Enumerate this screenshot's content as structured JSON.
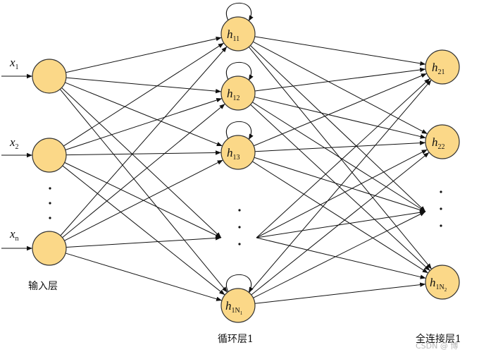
{
  "input_layer": {
    "caption": "输入层",
    "nodes": [
      {
        "var": "x",
        "sub": "1"
      },
      {
        "var": "x",
        "sub": "2"
      },
      {
        "var": "x",
        "sub": "n"
      }
    ]
  },
  "recurrent_layer": {
    "caption": "循环层1",
    "nodes": [
      {
        "var": "h",
        "sub": "11",
        "subsub": ""
      },
      {
        "var": "h",
        "sub": "12",
        "subsub": ""
      },
      {
        "var": "h",
        "sub": "13",
        "subsub": ""
      },
      {
        "var": "h",
        "sub": "1N",
        "subsub": "1"
      }
    ]
  },
  "dense_layer": {
    "caption": "全连接层1",
    "nodes": [
      {
        "var": "h",
        "sub": "21",
        "subsub": ""
      },
      {
        "var": "h",
        "sub": "22",
        "subsub": ""
      },
      {
        "var": "h",
        "sub": "1N",
        "subsub": "2"
      }
    ]
  },
  "watermark": "CSDN @ 博"
}
